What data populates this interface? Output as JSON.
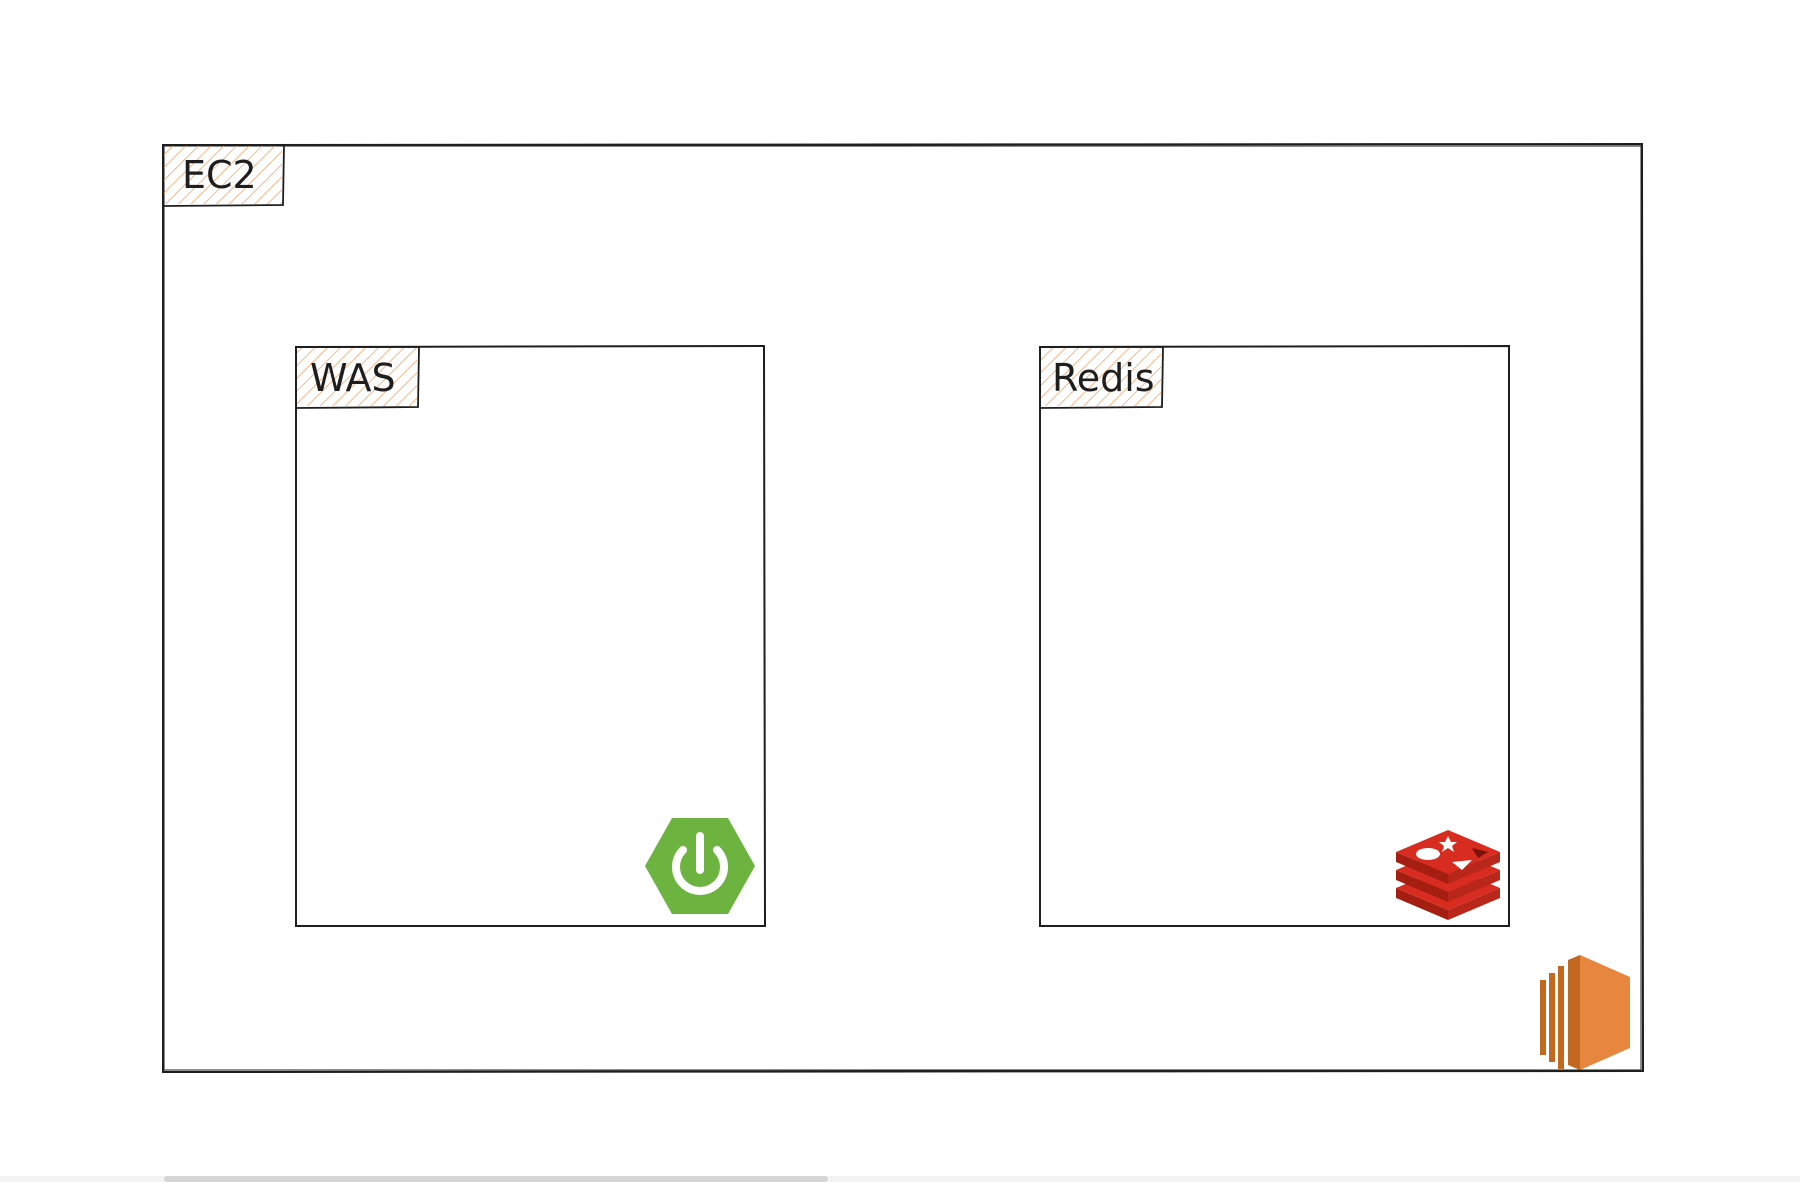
{
  "diagram": {
    "ec2": {
      "label": "EC2",
      "icon": "aws-ec2-icon"
    },
    "was": {
      "label": "WAS",
      "icon": "spring-boot-icon"
    },
    "redis": {
      "label": "Redis",
      "icon": "redis-icon"
    }
  },
  "colors": {
    "stroke": "#1e1e1e",
    "label_hatch": "#f5a66e",
    "spring_green": "#6db33f",
    "redis_red": "#d82c20",
    "redis_dark": "#a41e11",
    "aws_orange": "#e7863f",
    "aws_dark": "#c2681f"
  }
}
